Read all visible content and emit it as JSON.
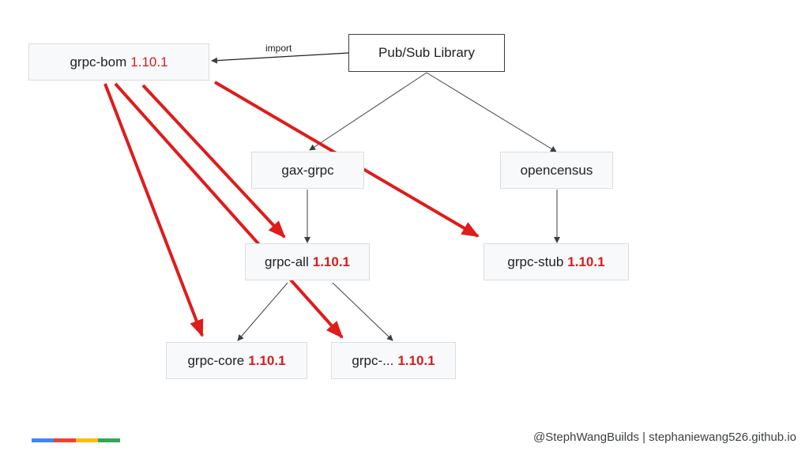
{
  "diagram": {
    "nodes": {
      "grpc_bom": {
        "name": "grpc-bom",
        "version": "1.10.1"
      },
      "pubsub": {
        "name": "Pub/Sub Library"
      },
      "gax_grpc": {
        "name": "gax-grpc"
      },
      "opencensus": {
        "name": "opencensus"
      },
      "grpc_all": {
        "name": "grpc-all",
        "version": "1.10.1"
      },
      "grpc_stub": {
        "name": "grpc-stub",
        "version": "1.10.1"
      },
      "grpc_core": {
        "name": "grpc-core",
        "version": "1.10.1"
      },
      "grpc_other": {
        "name": "grpc-...",
        "version": "1.10.1"
      }
    },
    "import_label": "import"
  },
  "footer": {
    "text": "@StephWangBuilds | stephaniewang526.github.io"
  },
  "colors": {
    "version_red": "#d61d1d",
    "arrow_red": "#e01b1b",
    "edge_dark": "#3c4043"
  },
  "brand_bar_colors": [
    "#4285f4",
    "#ea4335",
    "#fbbc04",
    "#34a853"
  ]
}
